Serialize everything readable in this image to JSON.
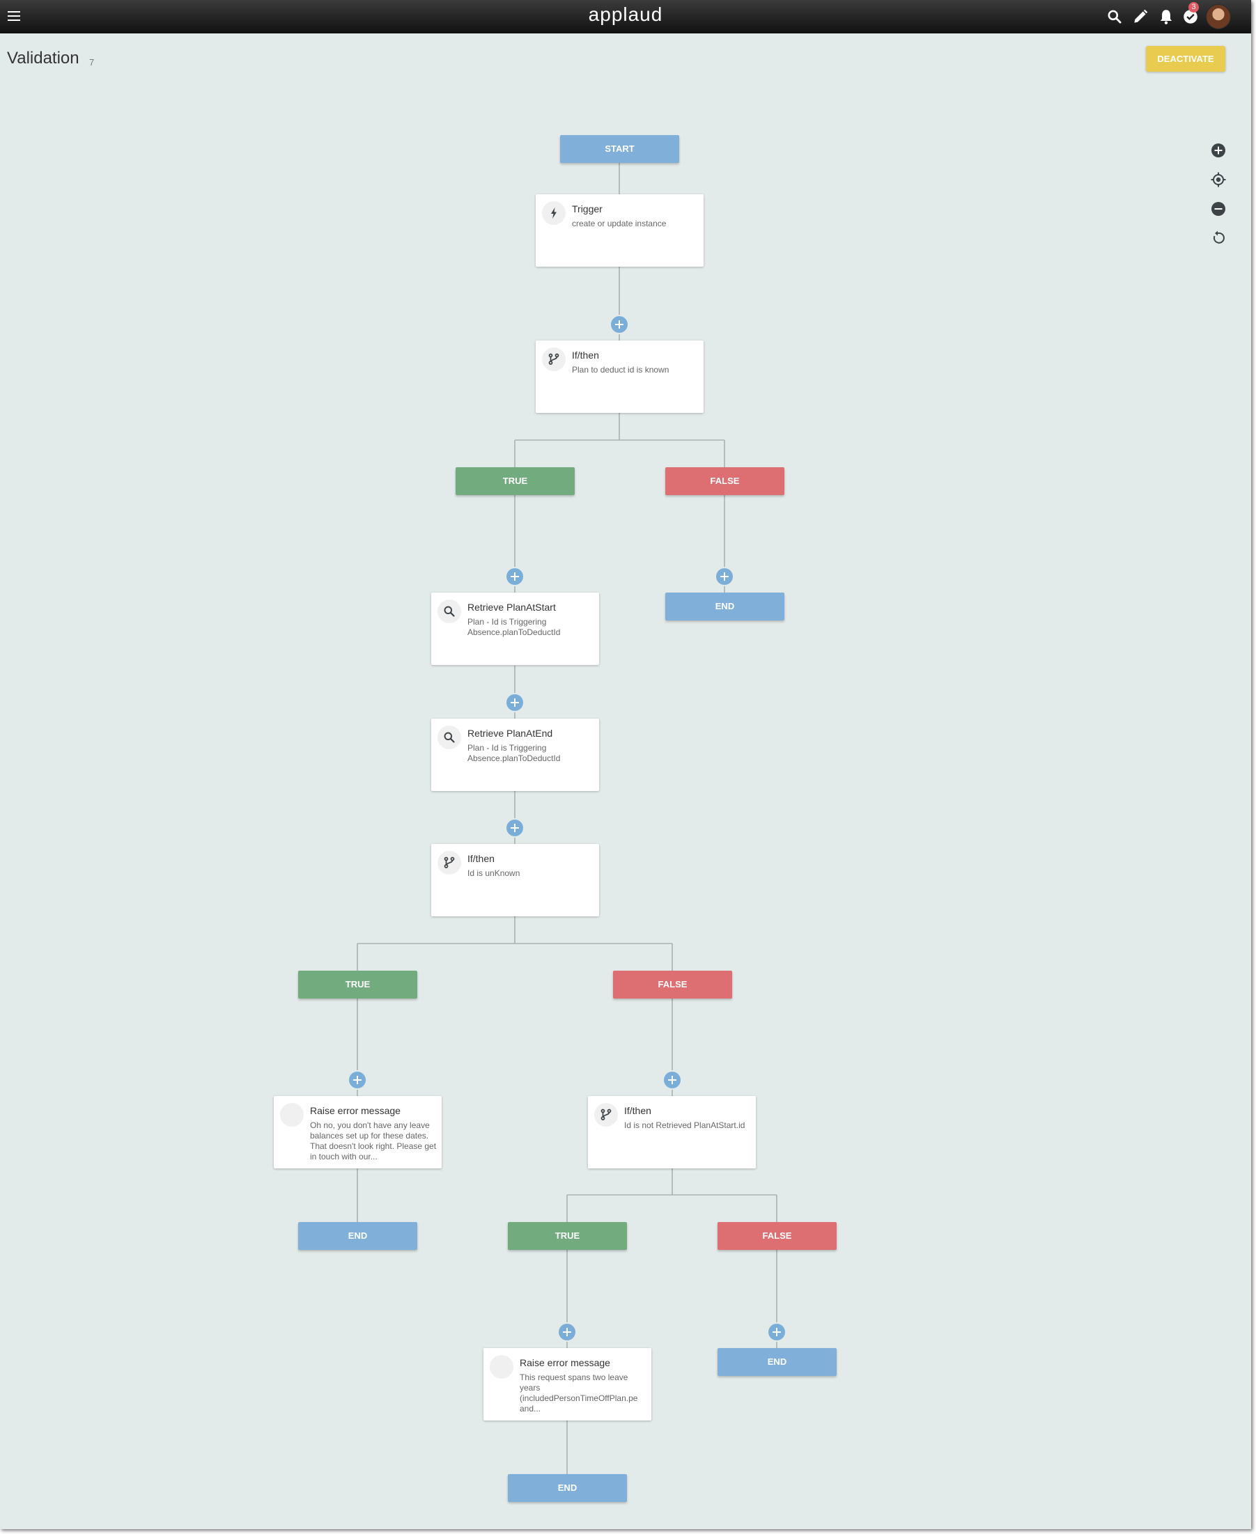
{
  "header": {
    "brand": "applaud",
    "tasks_badge": "3",
    "icons": [
      "menu-icon",
      "search-icon",
      "pencil-icon",
      "bell-icon",
      "check-circle-icon",
      "avatar"
    ]
  },
  "page": {
    "title": "Validation",
    "count": "7",
    "deactivate_label": "DEACTIVATE"
  },
  "zoom_controls": [
    "zoom-in-icon",
    "recenter-icon",
    "zoom-out-icon",
    "reset-icon"
  ],
  "colors": {
    "background": "#e3ebea",
    "start_end": "#80b0da",
    "true": "#72ab7e",
    "false": "#dd6e72",
    "deactivate": "#e9cb4f",
    "add": "#7aaed8"
  },
  "flow": {
    "start": "START",
    "trigger": {
      "title": "Trigger",
      "desc": "create or update instance",
      "icon": "lightning-icon"
    },
    "if1": {
      "title": "If/then",
      "desc": "Plan to deduct id is known",
      "icon": "branch-icon"
    },
    "if1_true": "TRUE",
    "if1_false": "FALSE",
    "if1_false_end": "END",
    "retrieve_start": {
      "title": "Retrieve PlanAtStart",
      "desc": "Plan - Id is Triggering Absence.planToDeductId",
      "icon": "search-icon"
    },
    "retrieve_end": {
      "title": "Retrieve PlanAtEnd",
      "desc": "Plan - Id is Triggering Absence.planToDeductId",
      "icon": "search-icon"
    },
    "if2": {
      "title": "If/then",
      "desc": "Id is unKnown",
      "icon": "branch-icon"
    },
    "if2_true": "TRUE",
    "if2_false": "FALSE",
    "error1": {
      "title": "Raise error message",
      "desc": "Oh no, you don't have any leave balances set up for these dates. That doesn't look right. Please get in touch with our..."
    },
    "error1_end": "END",
    "if3": {
      "title": "If/then",
      "desc": "Id is not Retrieved PlanAtStart.id",
      "icon": "branch-icon"
    },
    "if3_true": "TRUE",
    "if3_false": "FALSE",
    "if3_false_end": "END",
    "error2": {
      "title": "Raise error message",
      "desc_lines": [
        "This request spans two leave",
        "years",
        "(includedPersonTimeOffPlan.pe",
        "and..."
      ]
    },
    "error2_end": "END"
  }
}
